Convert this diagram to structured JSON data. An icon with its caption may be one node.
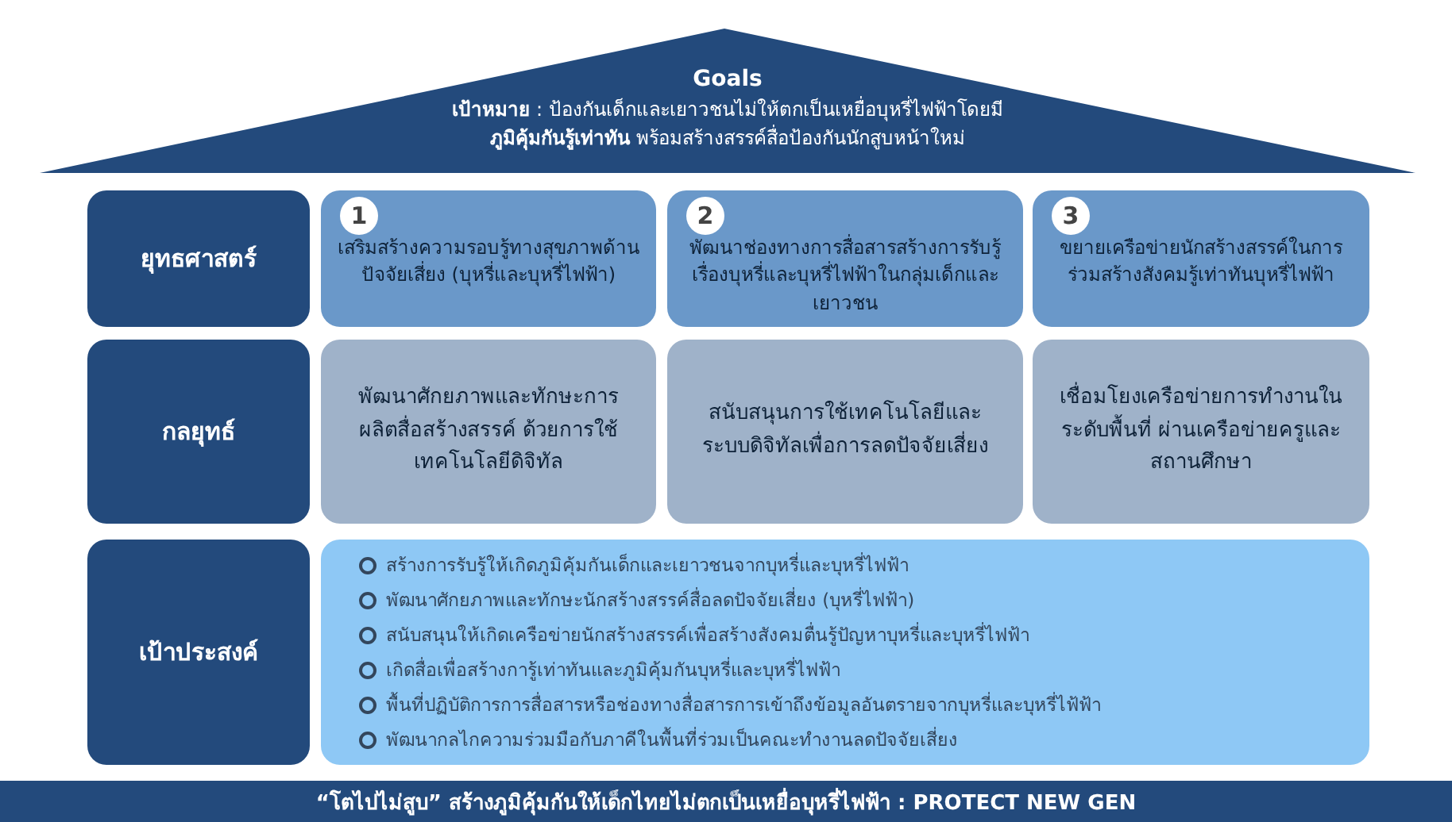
{
  "diagram": {
    "nodes": [
      {
        "text": [
          "Goals",
          "**เป้าหมาย** : ป้องกันเด็กและเยาวชนไม่ให้ตกเป็นเหยื่อบุหรี่ไฟฟ้าโดยมี**ภูมิคุ้มกันรู้เท่าทัน** พร้อมสร้างสรรค์สื่อป้องกันนักสูบหน้าใหม่"
        ]
      },
      {
        "text": [
          "ยุทธศาสตร์"
        ]
      },
      {
        "text": [
          "1",
          "เสริมสร้างความรอบรู้ทางสุขภาพด้านปัจจัยเสี่ยง (บุหรี่และบุหรี่ไฟฟ้า)"
        ]
      },
      {
        "text": [
          "2",
          "พัฒนาช่องทางการสื่อสารสร้างการรับรู้เรื่องบุหรี่และบุหรี่ไฟฟ้าในกลุ่มเด็กและเยาวชน"
        ]
      },
      {
        "text": [
          "3",
          "ขยายเครือข่ายนักสร้างสรรค์ในการร่วมสร้างสังคมรู้เท่าทันบุหรี่ไฟฟ้า"
        ]
      },
      {
        "text": [
          "กลยุทธ์"
        ]
      },
      {
        "text": [
          "พัฒนาศักยภาพและทักษะการผลิตสื่อสร้างสรรค์ ด้วยการใช้เทคโนโลยีดิจิทัล"
        ]
      },
      {
        "text": [
          "สนับสนุนการใช้เทคโนโลยีและระบบดิจิทัลเพื่อการลดปัจจัยเสี่ยง"
        ]
      },
      {
        "text": [
          "เชื่อมโยงเครือข่ายการทำงานในระดับพื้นที่ ผ่านเครือข่ายครูและสถานศึกษา"
        ]
      },
      {
        "text": [
          "เป้าประสงค์"
        ]
      },
      {
        "text": [
          "สร้างการรับรู้ให้เกิดภูมิคุ้มกันเด็กและเยาวชนจากบุหรี่และบุหรี่ไฟฟ้า",
          "พัฒนาศักยภาพและทักษะนักสร้างสรรค์สื่อลดปัจจัยเสี่ยง (บุหรี่ไฟฟ้า)",
          "สนับสนุนให้เกิดเครือข่ายนักสร้างสรรค์เพื่อสร้างสังคมตื่นรู้ปัญหาบุหรี่และบุหรี่ไฟฟ้า",
          "เกิดสื่อเพื่อสร้างการู้เท่าทันและภูมิคุ้มกันบุหรี่และบุหรี่ไฟฟ้า",
          "พื้นที่ปฏิบัติการการสื่อสารหรือช่องทางสื่อสารการเข้าถึงข้อมูลอันตรายจากบุหรี่และบุหรี่ไฟ้ฟ้า",
          "พัฒนากลไกความร่วมมือกับภาคีในพื้นที่ร่วมเป็นคณะทำงานลดปัจจัยเสี่ยง"
        ]
      },
      {
        "text": [
          "“โตไปไม่สูบ” สร้างภูมิคุ้มกันให้เด็กไทยไม่ตกเป็นเหยื่อบุหรี่ไฟฟ้า : PROTECT NEW GEN"
        ]
      }
    ]
  }
}
